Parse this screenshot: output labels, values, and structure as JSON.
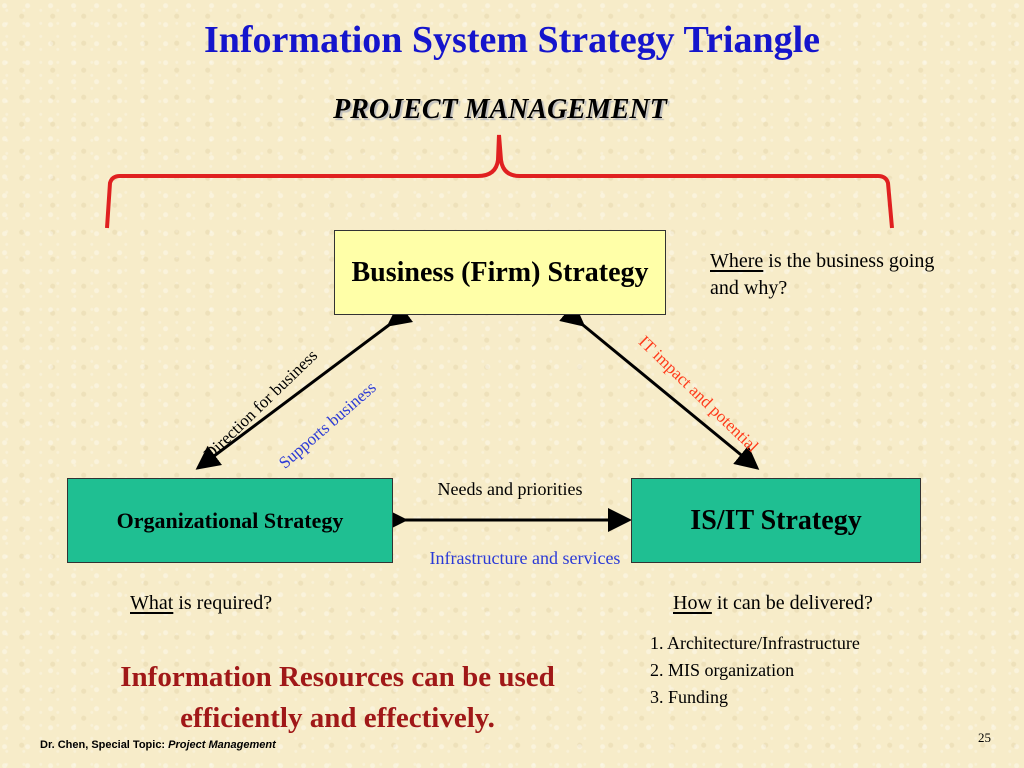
{
  "title": "Information System Strategy Triangle",
  "subtitle": "PROJECT MANAGEMENT",
  "boxes": {
    "business": "Business (Firm) Strategy",
    "organizational": "Organizational Strategy",
    "isit": "IS/IT Strategy"
  },
  "notes": {
    "where_keyword": "Where",
    "where_rest": " is the business going and why?",
    "what_keyword": "What",
    "what_rest": " is required?",
    "how_keyword": "How",
    "how_rest": " it can be delivered?"
  },
  "arrow_labels": {
    "direction": "Direction for business",
    "supports": "Supports business",
    "it_impact": "IT impact and potential",
    "needs": "Needs and priorities",
    "infrastructure": "Infrastructure and services"
  },
  "how_list": [
    "1. Architecture/Infrastructure",
    "2. MIS organization",
    "3. Funding"
  ],
  "conclusion": "Information Resources can be used efficiently and effectively.",
  "footer": {
    "author": "Dr. Chen,  Special Topic: ",
    "course": "Project Management"
  },
  "page_number": "25",
  "colors": {
    "title": "#1515cc",
    "bracket": "#e02020",
    "business_box": "#ffffa8",
    "strategy_boxes": "#1fbf92",
    "blue_labels": "#2b3ad6",
    "it_impact": "#ff3a1a",
    "conclusion": "#a01818"
  }
}
